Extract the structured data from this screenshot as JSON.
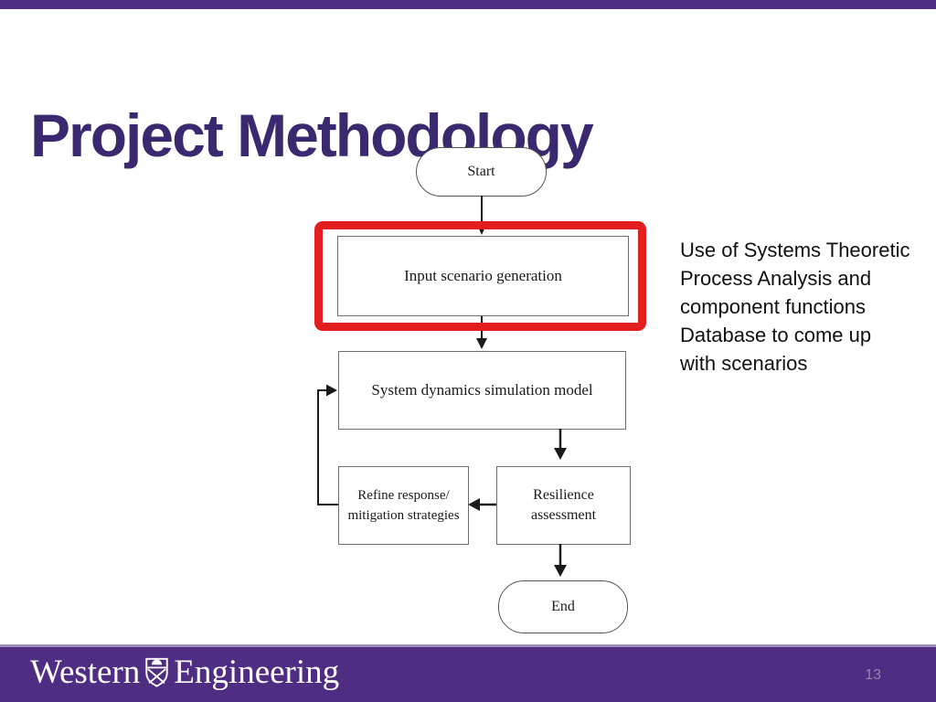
{
  "slide": {
    "title": "Project Methodology",
    "page_number": "13"
  },
  "flowchart": {
    "nodes": {
      "start": "Start",
      "input": "Input scenario generation",
      "system_dynamics": "System dynamics simulation model",
      "refine": "Refine response/\nmitigation strategies",
      "resilience": "Resilience\nassessment",
      "end": "End"
    },
    "highlight": {
      "shape": "red-rounded-rectangle",
      "around_node": "input"
    }
  },
  "annotation": {
    "text": "Use of Systems Theoretic\nProcess Analysis and\ncomponent functions\nDatabase to come up\nwith scenarios"
  },
  "footer": {
    "brand_left": "Western",
    "brand_right": "Engineering",
    "crest": "western-university-crest-icon"
  },
  "colors": {
    "brand_purple": "#4e2d82",
    "footer_top_line": "#a18cc0",
    "title_purple": "#3a296e",
    "highlight_red": "#e31e1e",
    "page_number_gray": "#9286ad",
    "flow_ink": "#1a1a1a"
  }
}
